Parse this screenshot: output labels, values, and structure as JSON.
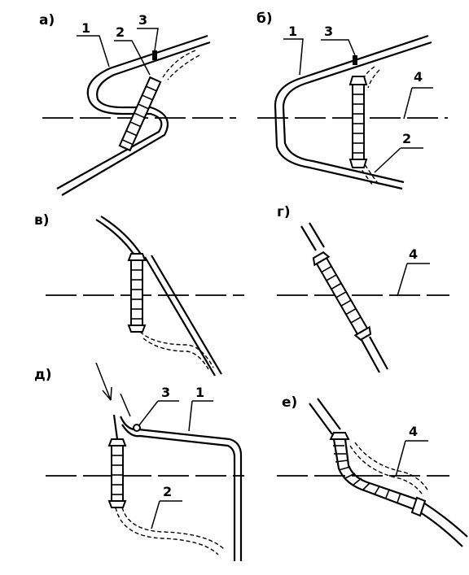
{
  "panels": {
    "a": {
      "label": "а)",
      "callouts": [
        "1",
        "2",
        "3"
      ]
    },
    "b": {
      "label": "б)",
      "callouts": [
        "1",
        "3",
        "4",
        "2"
      ]
    },
    "v": {
      "label": "в)",
      "callouts": []
    },
    "g": {
      "label": "г)",
      "callouts": [
        "4"
      ]
    },
    "d": {
      "label": "д)",
      "callouts": [
        "3",
        "1",
        "2"
      ]
    },
    "e": {
      "label": "е)",
      "callouts": [
        "4"
      ]
    }
  }
}
